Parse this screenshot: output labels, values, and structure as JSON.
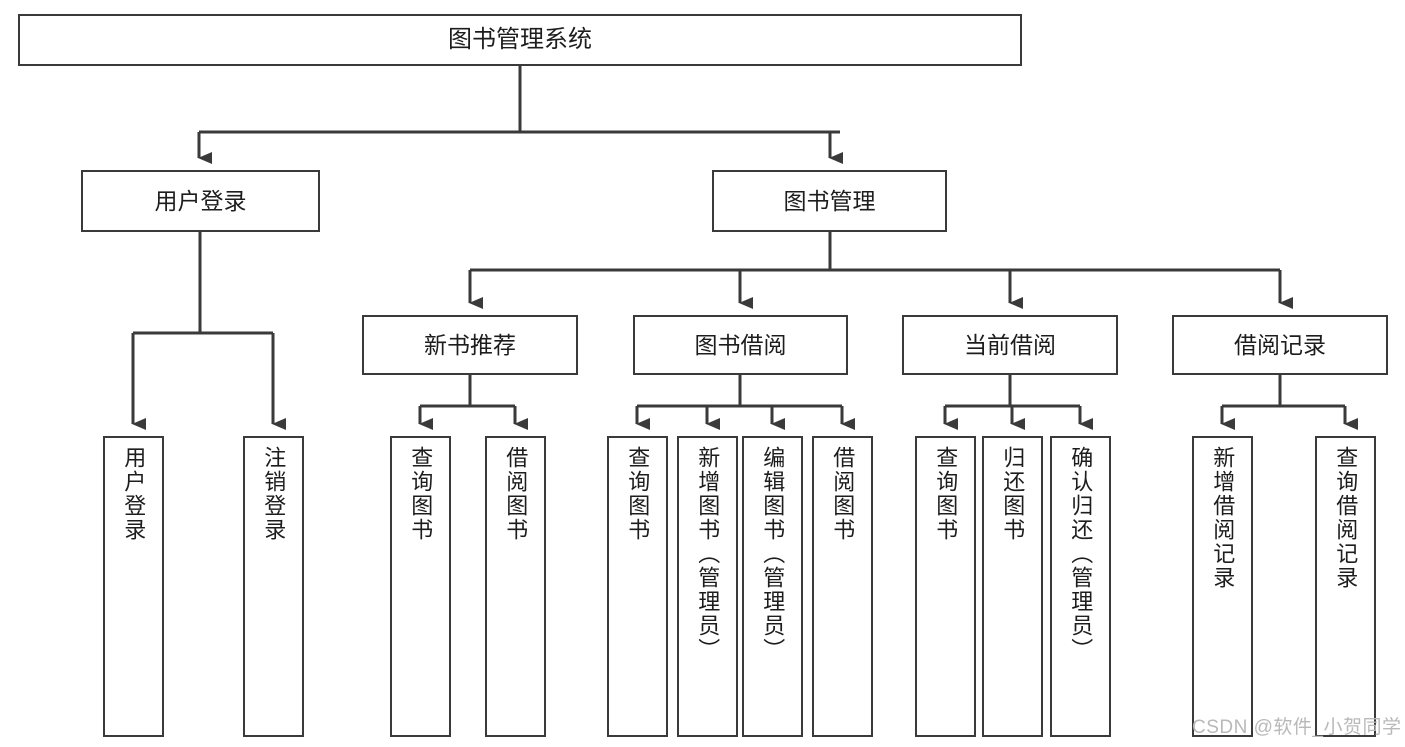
{
  "diagram": {
    "title": "图书管理系统",
    "type": "tree-hierarchy",
    "root": {
      "label": "图书管理系统"
    },
    "level2": [
      {
        "label": "用户登录"
      },
      {
        "label": "图书管理"
      }
    ],
    "level3": [
      {
        "label": "新书推荐"
      },
      {
        "label": "图书借阅"
      },
      {
        "label": "当前借阅"
      },
      {
        "label": "借阅记录"
      }
    ],
    "leaves": {
      "user_login": [
        {
          "label": "用户登录"
        },
        {
          "label": "注销登录"
        }
      ],
      "new_book_recommend": [
        {
          "label": "查询图书"
        },
        {
          "label": "借阅图书"
        }
      ],
      "book_borrow": [
        {
          "label": "查询图书"
        },
        {
          "label": "新增图书（管理员）"
        },
        {
          "label": "编辑图书（管理员）"
        },
        {
          "label": "借阅图书"
        }
      ],
      "current_borrow": [
        {
          "label": "查询图书"
        },
        {
          "label": "归还图书"
        },
        {
          "label": "确认归还（管理员）"
        }
      ],
      "borrow_record": [
        {
          "label": "新增借阅记录"
        },
        {
          "label": "查询借阅记录"
        }
      ]
    }
  },
  "watermark": {
    "text": "CSDN @软件_小贺同学"
  },
  "colors": {
    "stroke": "#3a3a3a",
    "background": "#ffffff",
    "text": "#1d1d1d",
    "watermark": "#b9b9b9"
  }
}
